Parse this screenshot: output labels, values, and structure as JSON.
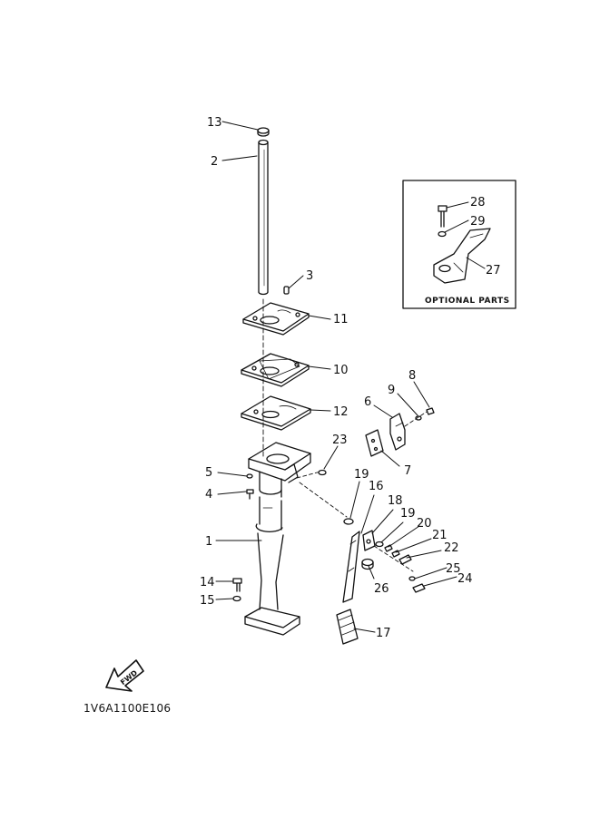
{
  "diagram": {
    "drawing_code": "1V6A1100E106",
    "optional_parts_label": "OPTIONAL PARTS",
    "fwd_label": "FWD",
    "callouts": [
      "13",
      "2",
      "3",
      "11",
      "10",
      "12",
      "8",
      "9",
      "6",
      "23",
      "7",
      "5",
      "4",
      "19",
      "16",
      "18",
      "19",
      "20",
      "21",
      "22",
      "1",
      "25",
      "24",
      "14",
      "26",
      "15",
      "17",
      "28",
      "29",
      "27"
    ]
  }
}
